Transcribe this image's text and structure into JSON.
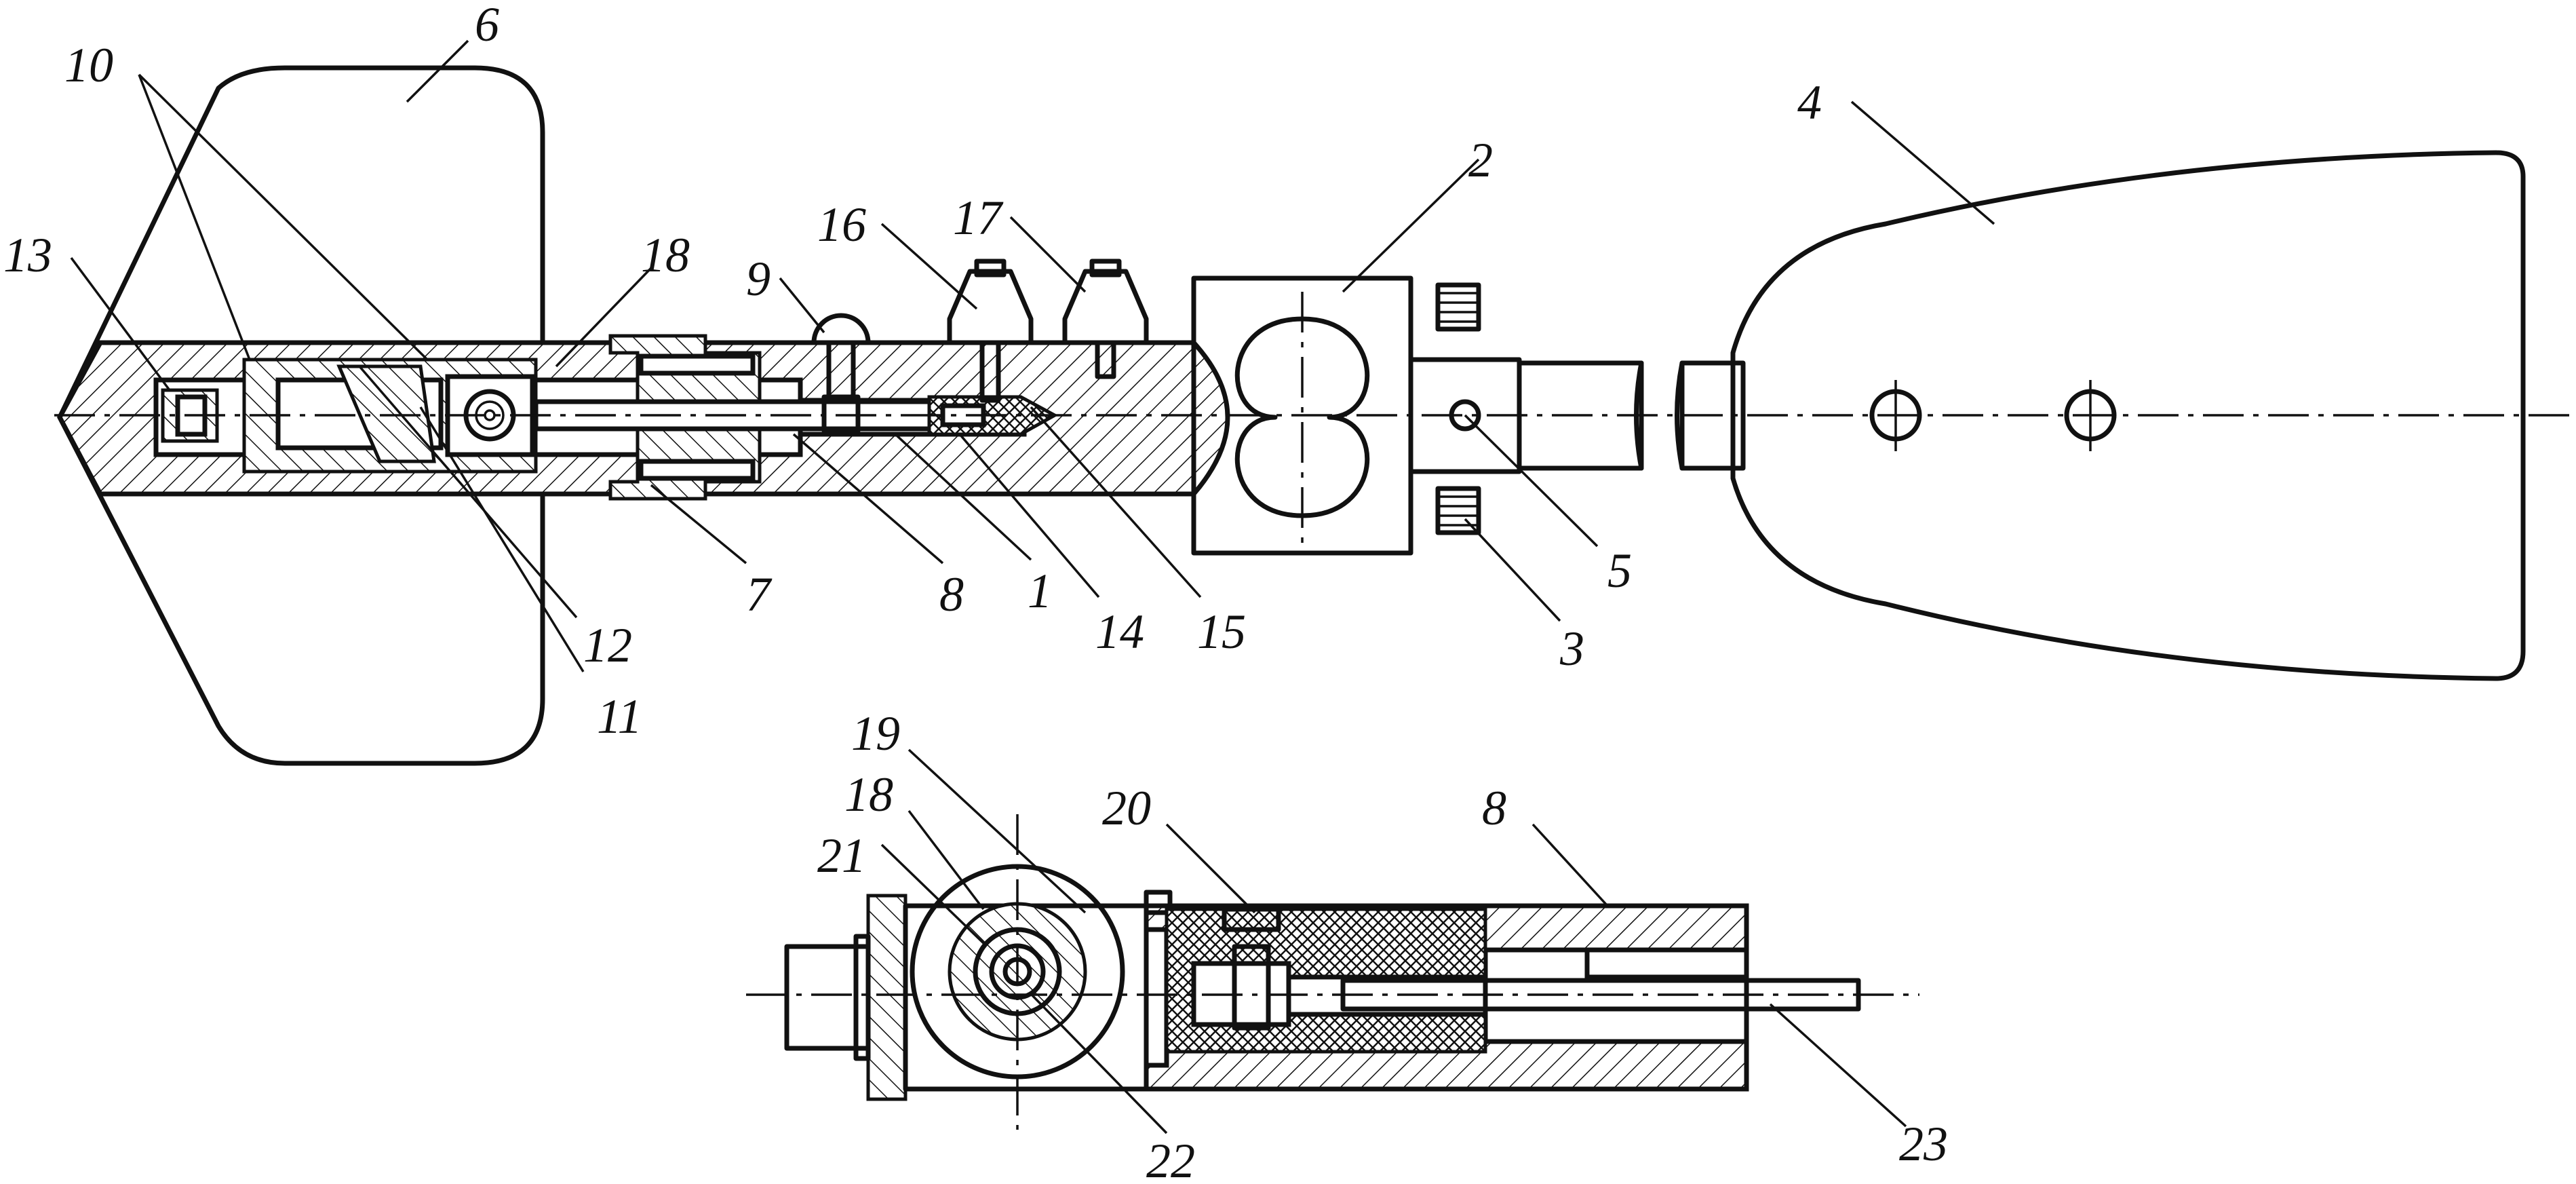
{
  "labels": {
    "l1": "1",
    "l2": "2",
    "l3": "3",
    "l4": "4",
    "l5": "5",
    "l6": "6",
    "l7": "7",
    "l8": "8",
    "l9": "9",
    "l10": "10",
    "l11": "11",
    "l12": "12",
    "l13": "13",
    "l14": "14",
    "l15": "15",
    "l16": "16",
    "l17": "17",
    "l18": "18",
    "l18b": "18",
    "l19": "19",
    "l20": "20",
    "l21": "21",
    "l22": "22",
    "l8b": "8",
    "l23": "23"
  }
}
